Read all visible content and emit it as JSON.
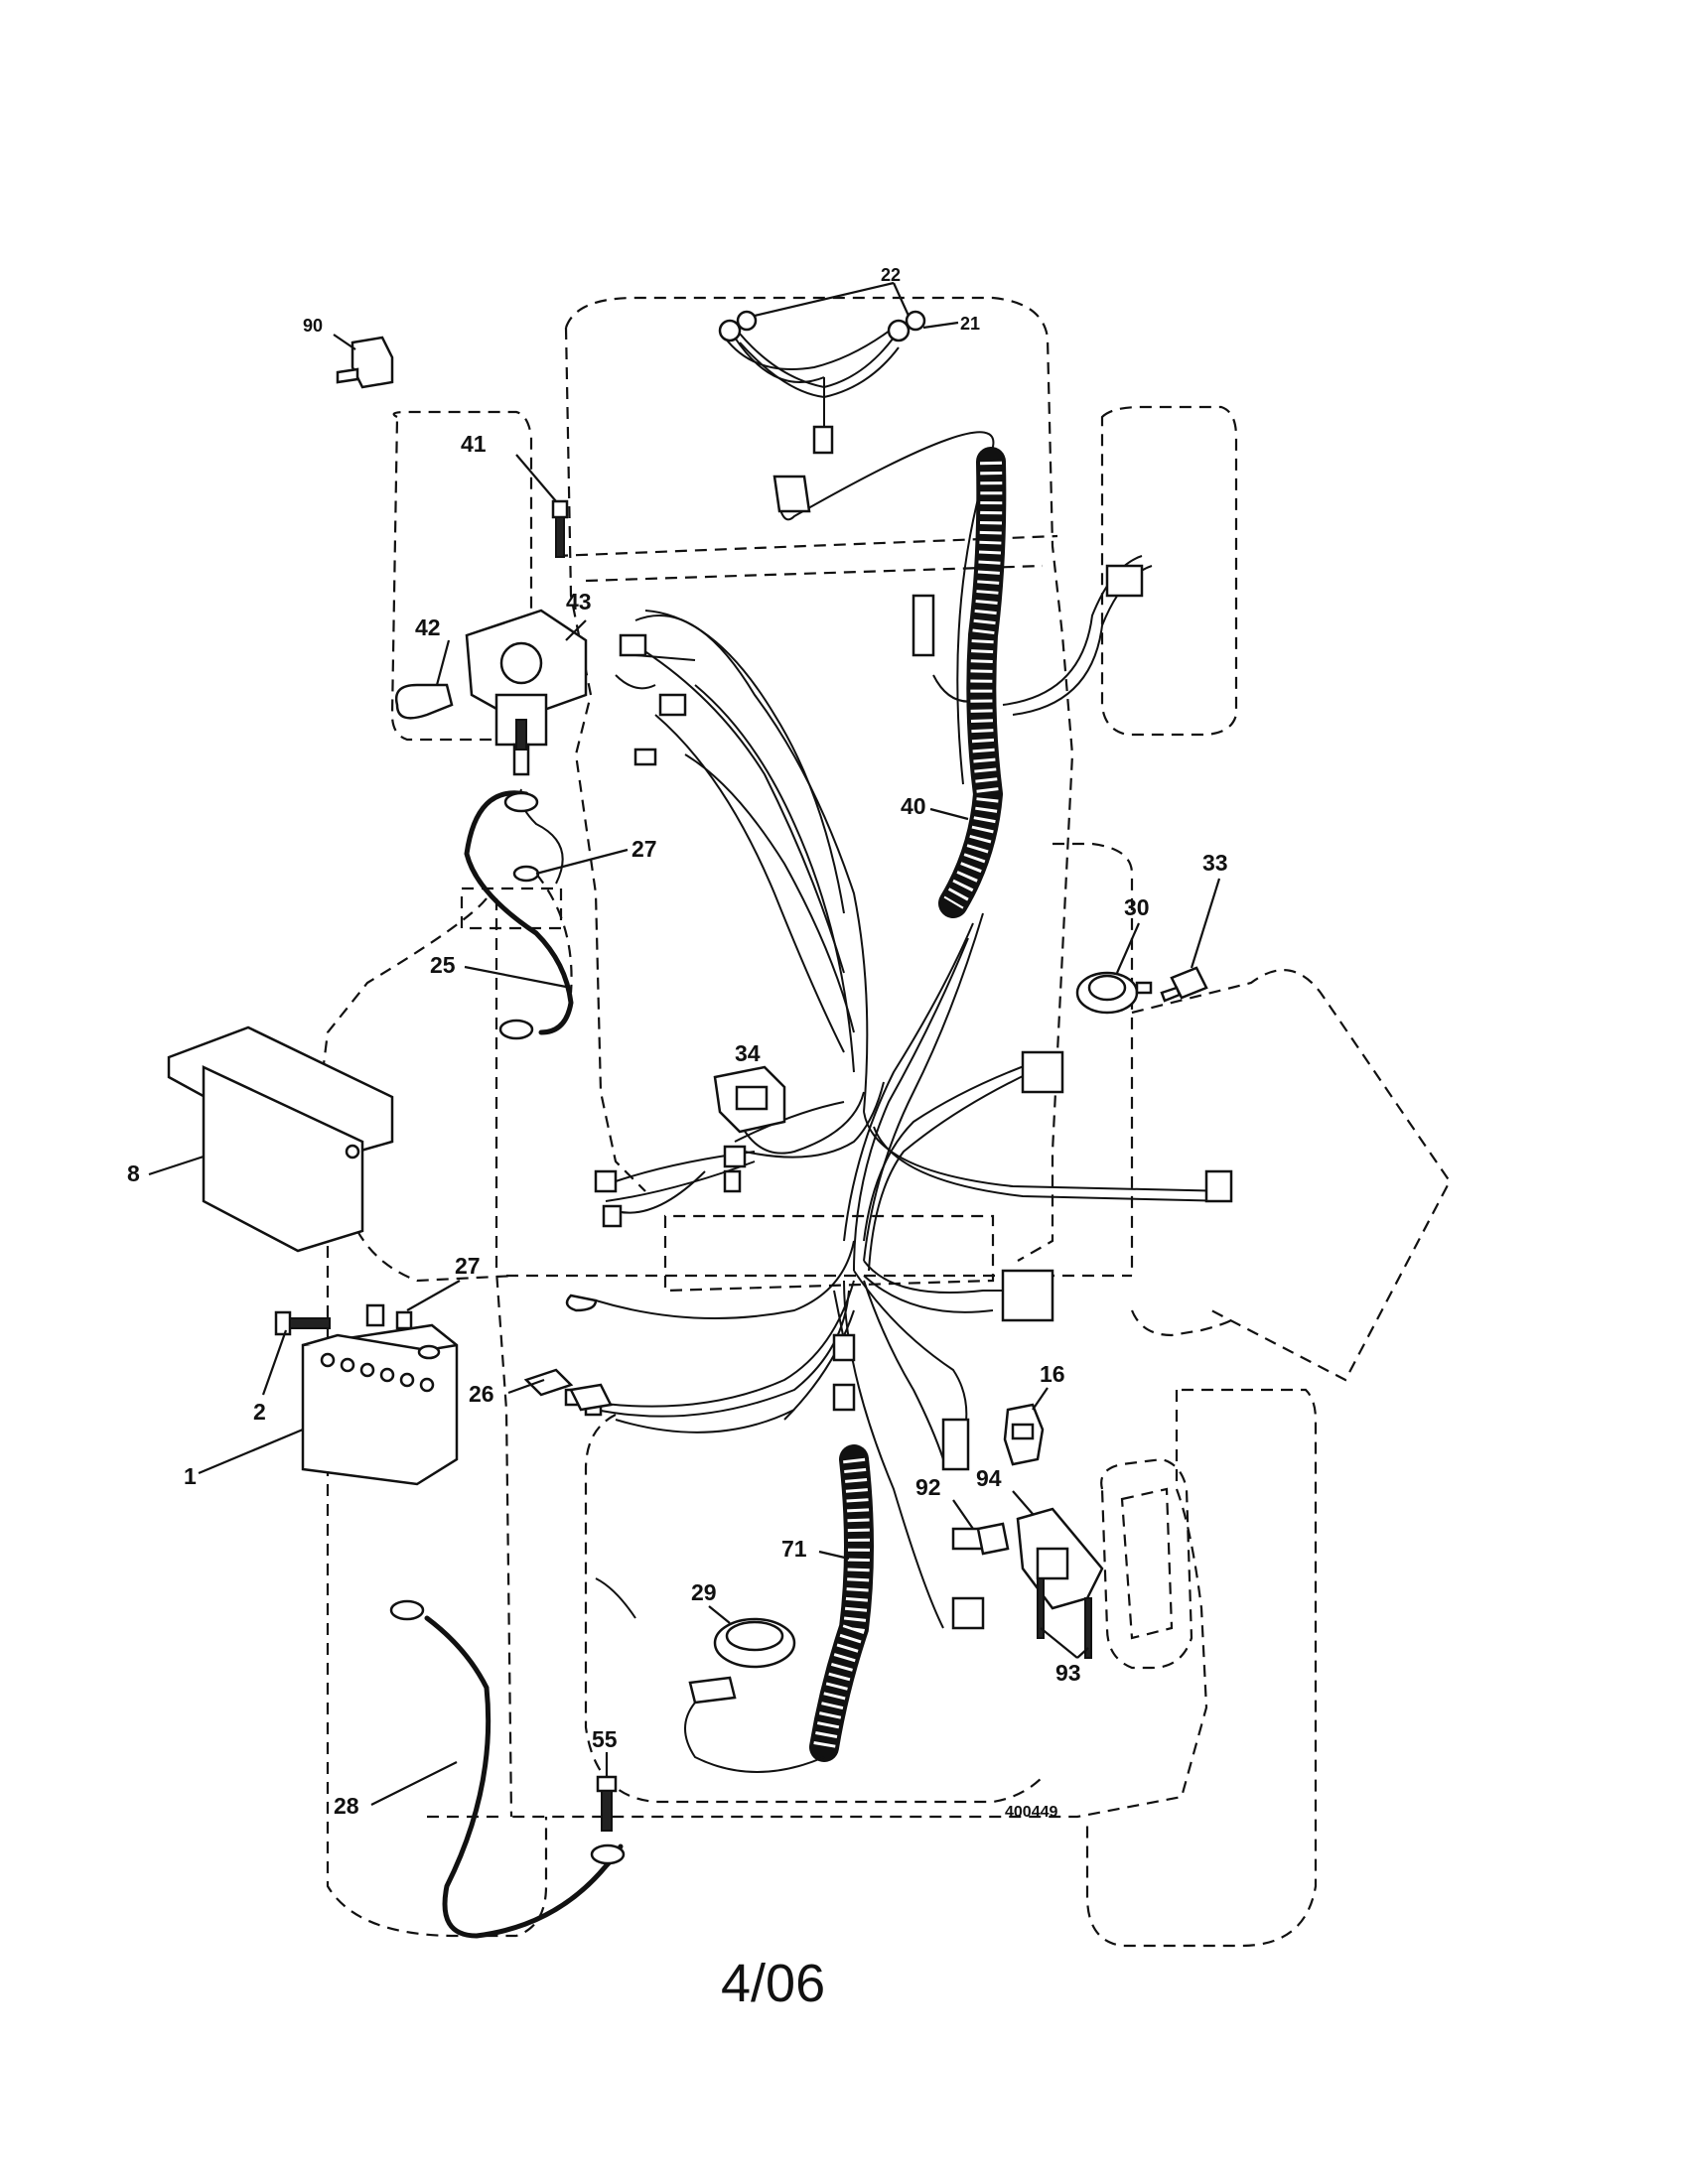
{
  "drawing_number": "400449",
  "date_code": "4/06",
  "callouts": {
    "c1": "1",
    "c2": "2",
    "c8": "8",
    "c16": "16",
    "c21": "21",
    "c22": "22",
    "c25": "25",
    "c26": "26",
    "c27a": "27",
    "c27b": "27",
    "c28": "28",
    "c29": "29",
    "c30": "30",
    "c33": "33",
    "c34": "34",
    "c40": "40",
    "c41": "41",
    "c42": "42",
    "c43": "43",
    "c55": "55",
    "c71": "71",
    "c90": "90",
    "c92": "92",
    "c93": "93",
    "c94": "94"
  }
}
